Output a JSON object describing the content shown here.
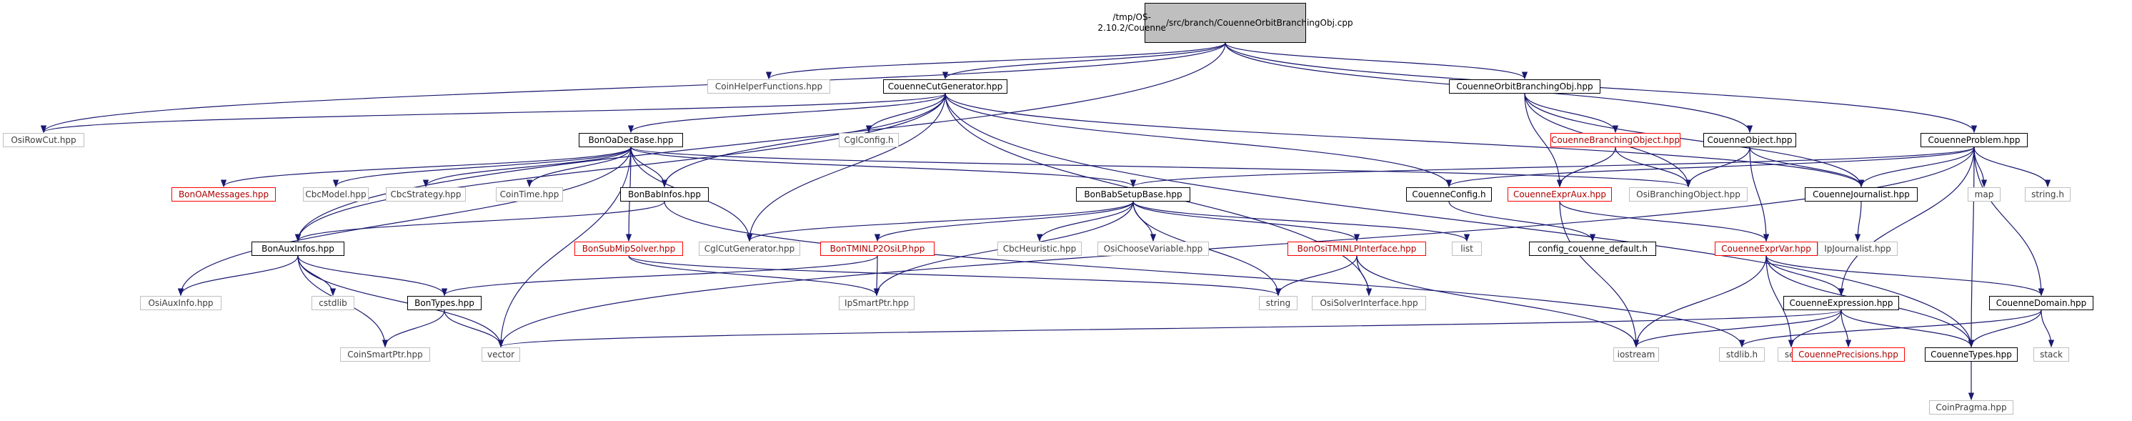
{
  "graph": {
    "root": {
      "line1": "/tmp/OS-2.10.2/Couenne",
      "line2": "/src/branch/CouenneOrbitBranching",
      "line3": "Obj.cpp"
    },
    "nodes": {
      "coin_helper_functions": "CoinHelperFunctions.hpp",
      "couenne_cut_generator": "CouenneCutGenerator.hpp",
      "couenne_orbit_branching_obj": "CouenneOrbitBranchingObj.hpp",
      "osi_row_cut": "OsiRowCut.hpp",
      "bon_oa_dec_base": "BonOaDecBase.hpp",
      "cgl_config": "CglConfig.h",
      "couenne_branching_object": "CouenneBranchingObject.hpp",
      "couenne_object": "CouenneObject.hpp",
      "couenne_problem": "CouenneProblem.hpp",
      "bon_oa_messages": "BonOAMessages.hpp",
      "cbc_model": "CbcModel.hpp",
      "cbc_strategy": "CbcStrategy.hpp",
      "coin_time": "CoinTime.hpp",
      "bon_bab_infos": "BonBabInfos.hpp",
      "bon_bab_setup_base": "BonBabSetupBase.hpp",
      "couenne_config": "CouenneConfig.h",
      "couenne_expr_aux": "CouenneExprAux.hpp",
      "osi_branching_object": "OsiBranchingObject.hpp",
      "couenne_journalist": "CouenneJournalist.hpp",
      "map": "map",
      "string_h": "string.h",
      "bon_aux_infos": "BonAuxInfos.hpp",
      "bon_sub_mip_solver": "BonSubMipSolver.hpp",
      "cgl_cut_generator": "CglCutGenerator.hpp",
      "bon_tminlp2osilp": "BonTMINLP2OsiLP.hpp",
      "cbc_heuristic": "CbcHeuristic.hpp",
      "osi_choose_variable": "OsiChooseVariable.hpp",
      "bon_osi_tminlp_interface": "BonOsiTMINLPInterface.hpp",
      "list": "list",
      "config_couenne_default": "config_couenne_default.h",
      "couenne_expr_var": "CouenneExprVar.hpp",
      "ip_journalist": "IpJournalist.hpp",
      "osi_aux_info": "OsiAuxInfo.hpp",
      "cstdlib": "cstdlib",
      "bon_types": "BonTypes.hpp",
      "ip_smart_ptr": "IpSmartPtr.hpp",
      "string": "string",
      "osi_solver_interface": "OsiSolverInterface.hpp",
      "couenne_expression": "CouenneExpression.hpp",
      "couenne_domain": "CouenneDomain.hpp",
      "coin_smart_ptr": "CoinSmartPtr.hpp",
      "vector": "vector",
      "iostream": "iostream",
      "stdlib_h": "stdlib.h",
      "set": "set",
      "couenne_precisions": "CouennePrecisions.hpp",
      "couenne_types": "CouenneTypes.hpp",
      "stack": "stack",
      "coin_pragma": "CoinPragma.hpp"
    },
    "colors": {
      "edge": "#191970",
      "root_fill": "#bfbfbf",
      "documented_border": "#000000",
      "external_border": "#bfbfbf",
      "truncated_border": "#ff0000"
    }
  }
}
